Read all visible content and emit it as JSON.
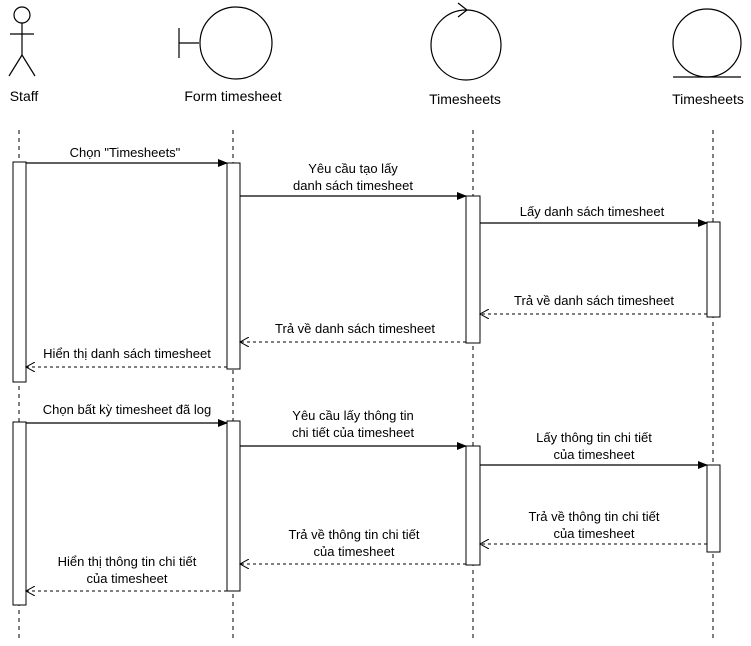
{
  "participants": {
    "staff": {
      "label": "Staff",
      "kind": "actor-icon"
    },
    "form": {
      "label": "Form timesheet",
      "kind": "boundary-icon"
    },
    "control": {
      "label": "Timesheets",
      "kind": "control-icon"
    },
    "entity": {
      "label": "Timesheets",
      "kind": "entity-icon"
    }
  },
  "messages": {
    "m1": {
      "lines": [
        "Chọn \"Timesheets\""
      ]
    },
    "m2": {
      "lines": [
        "Yêu cầu tạo lấy",
        "danh sách timesheet"
      ]
    },
    "m3": {
      "lines": [
        "Lấy danh sách timesheet"
      ]
    },
    "m4": {
      "lines": [
        "Trả về danh sách timesheet"
      ]
    },
    "m5": {
      "lines": [
        "Trả về danh sách timesheet"
      ]
    },
    "m6": {
      "lines": [
        "Hiển thị danh sách timesheet"
      ]
    },
    "m7": {
      "lines": [
        "Chọn bất kỳ timesheet đã log"
      ]
    },
    "m8": {
      "lines": [
        "Yêu cầu lấy thông tin",
        "chi tiết của timesheet"
      ]
    },
    "m9": {
      "lines": [
        "Lấy thông tin chi tiết",
        "của timesheet"
      ]
    },
    "m10": {
      "lines": [
        "Trả về thông tin chi tiết",
        "của timesheet"
      ]
    },
    "m11": {
      "lines": [
        "Trả về thông tin chi tiết",
        "của timesheet"
      ]
    },
    "m12": {
      "lines": [
        "Hiển thị thông tin chi tiết",
        "của timesheet"
      ]
    }
  }
}
